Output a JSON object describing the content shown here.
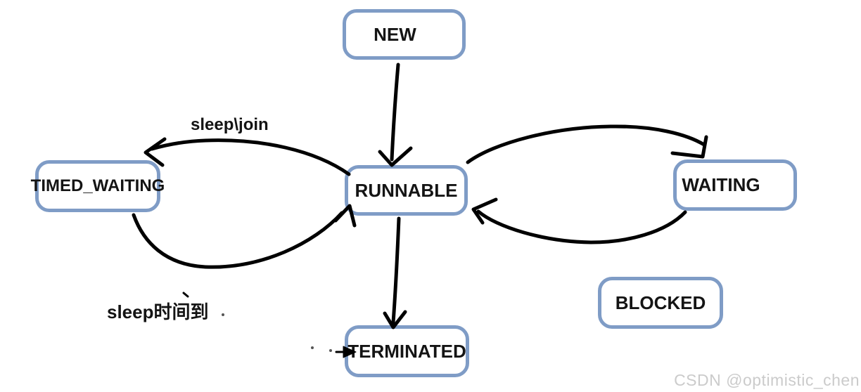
{
  "diagram": {
    "type": "state-diagram",
    "topic": "Java thread states",
    "nodes": [
      {
        "id": "new",
        "label": "NEW"
      },
      {
        "id": "runnable",
        "label": "RUNNABLE"
      },
      {
        "id": "timed_waiting",
        "label": "TIMED_WAITING"
      },
      {
        "id": "waiting",
        "label": "WAITING"
      },
      {
        "id": "blocked",
        "label": "BLOCKED"
      },
      {
        "id": "terminated",
        "label": "TERMINATED"
      }
    ],
    "edges": [
      {
        "from": "NEW",
        "to": "RUNNABLE",
        "label": ""
      },
      {
        "from": "RUNNABLE",
        "to": "TIMED_WAITING",
        "label": "sleep\\join"
      },
      {
        "from": "TIMED_WAITING",
        "to": "RUNNABLE",
        "label": "sleep时间到"
      },
      {
        "from": "RUNNABLE",
        "to": "WAITING",
        "label": ""
      },
      {
        "from": "WAITING",
        "to": "RUNNABLE",
        "label": ""
      },
      {
        "from": "RUNNABLE",
        "to": "TERMINATED",
        "label": ""
      }
    ],
    "colors": {
      "node_border": "#7F9CC6",
      "node_fill": "#FFFFFF",
      "arrow": "#000000",
      "text": "#141414",
      "watermark": "#CBCBCB"
    }
  },
  "watermark": {
    "text": "CSDN @optimistic_chen"
  }
}
